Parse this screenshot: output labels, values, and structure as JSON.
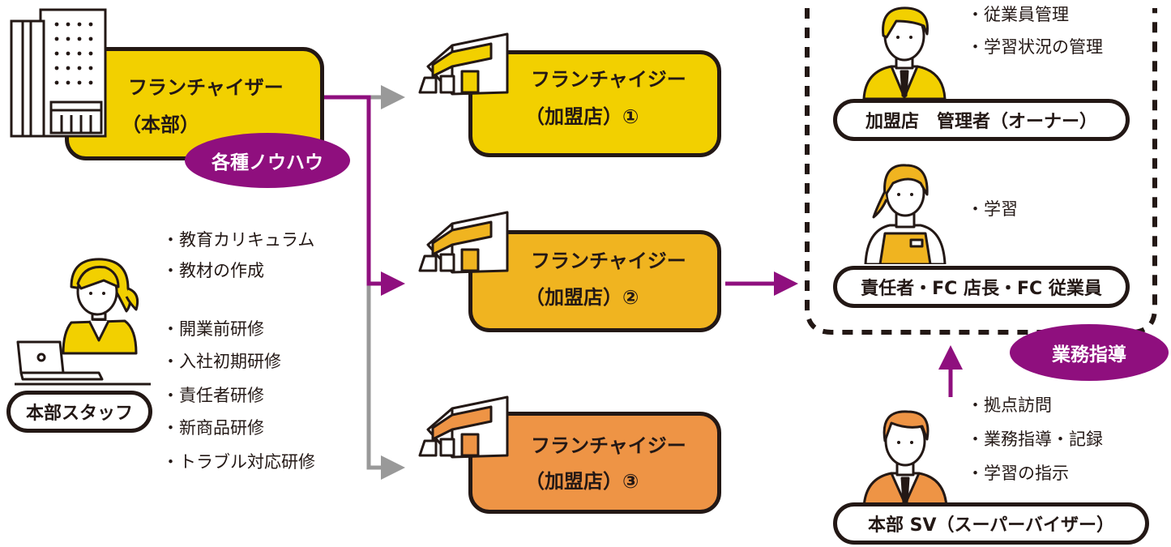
{
  "colors": {
    "yellow": "#f2d000",
    "amber": "#f0b420",
    "orange": "#ee9445",
    "purple": "#8f0f7e",
    "gray": "#999999",
    "ink": "#231815"
  },
  "headquarters": {
    "line1": "フランチャイザー",
    "line2": "（本部）",
    "icon": "office-building-icon",
    "knowhow_badge": "各種ノウハウ"
  },
  "franchisees": [
    {
      "line1": "フランチャイジー",
      "line2": "（加盟店）①",
      "icon": "store-icon"
    },
    {
      "line1": "フランチャイジー",
      "line2": "（加盟店）②",
      "icon": "store-icon"
    },
    {
      "line1": "フランチャイジー",
      "line2": "（加盟店）③",
      "icon": "store-icon"
    }
  ],
  "hq_staff": {
    "label": "本部スタッフ",
    "icon": "staff-at-laptop-icon",
    "tasks_group1": [
      "・教育カリキュラム",
      "・教材の作成"
    ],
    "tasks_group2": [
      "・開業前研修",
      "・入社初期研修",
      "・責任者研修",
      "・新商品研修",
      "・トラブル対応研修"
    ]
  },
  "store_team": {
    "owner": {
      "label": "加盟店　管理者（オーナー）",
      "icon": "owner-person-icon",
      "tasks": [
        "・従業員管理",
        "・学習状況の管理"
      ]
    },
    "staff": {
      "label": "責任者・FC 店長・FC 従業員",
      "icon": "store-employee-icon",
      "tasks": [
        "・学習"
      ]
    }
  },
  "guidance_badge": "業務指導",
  "supervisor": {
    "label": "本部 SV（スーパーバイザー）",
    "icon": "supervisor-person-icon",
    "tasks": [
      "・拠点訪問",
      "・業務指導・記録",
      "・学習の指示"
    ]
  }
}
